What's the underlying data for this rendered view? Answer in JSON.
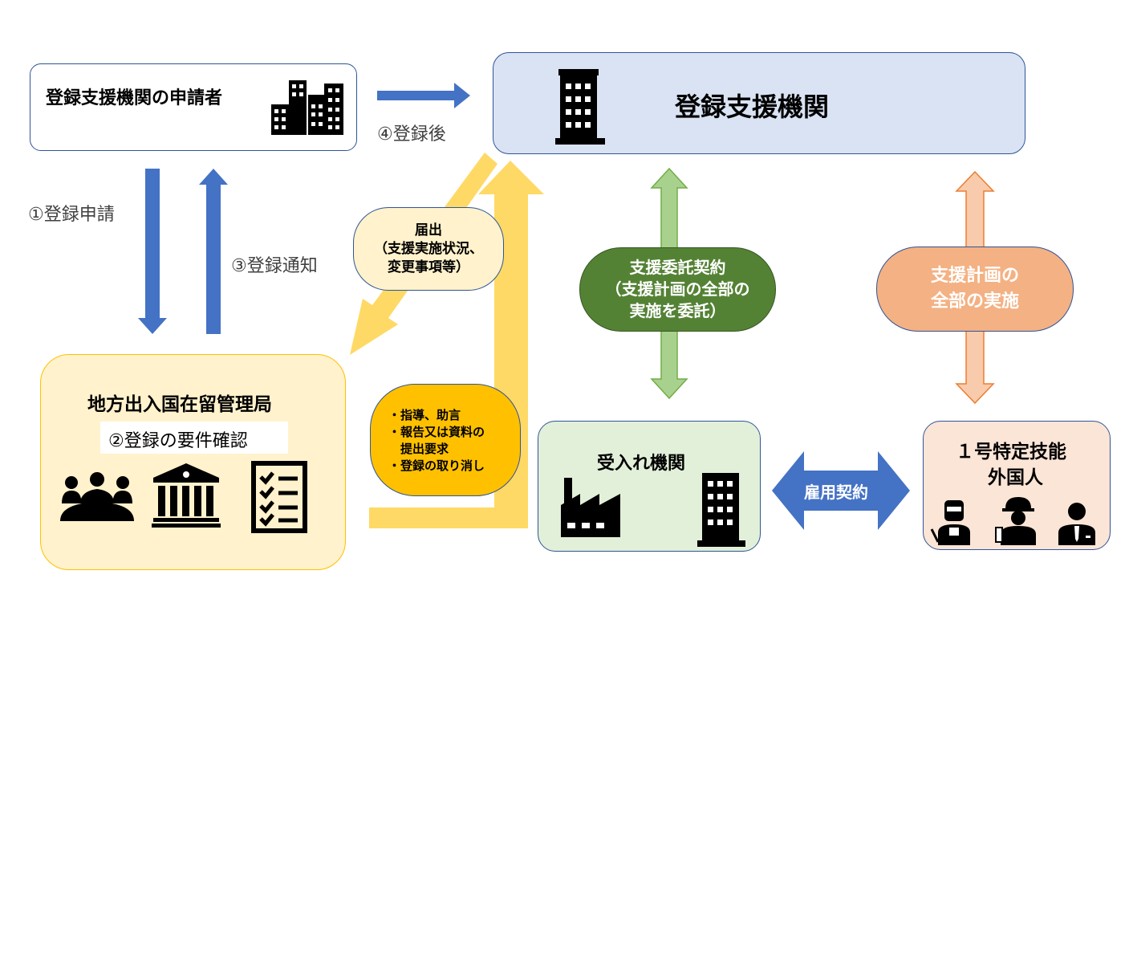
{
  "applicant": {
    "title": "登録支援機関の申請者"
  },
  "support_org": {
    "title": "登録支援機関"
  },
  "bureau": {
    "title": "地方出入国在留管理局",
    "step2": "②登録の要件確認"
  },
  "receiving_org": {
    "title": "受入れ機関"
  },
  "worker": {
    "title_line1": "１号特定技能",
    "title_line2": "外国人"
  },
  "steps": {
    "step1": "①登録申請",
    "step3": "③登録通知",
    "step4": "④登録後"
  },
  "notification": {
    "line1": "届出",
    "line2": "（支援実施状況、",
    "line3": "変更事項等）"
  },
  "guidance": {
    "items": [
      "・指導、助言",
      "・報告又は資料の",
      "　提出要求",
      "・登録の取り消し"
    ]
  },
  "consignment": {
    "line1": "支援委託契約",
    "line2": "（支援計画の全部の",
    "line3": "実施を委託）"
  },
  "implementation": {
    "line1": "支援計画の",
    "line2": "全部の実施"
  },
  "employment": {
    "label": "雇用契約"
  },
  "icons": {
    "applicant": "office-buildings-icon",
    "support_org": "office-building-icon",
    "bureau": [
      "meeting-people-icon",
      "government-building-icon",
      "checklist-icon"
    ],
    "receiving_org": [
      "factory-icon",
      "office-building-icon"
    ],
    "worker": [
      "welder-icon",
      "electrician-icon",
      "businessman-icon"
    ]
  },
  "colors": {
    "blue_arrow": "#4472C4",
    "yellow_arrow": "#FFD966",
    "green_arrow": "#A9D18E",
    "orange_arrow": "#F4B183",
    "support_fill": "#DAE3F3",
    "bureau_fill": "#FFF2CC",
    "receiving_fill": "#E2F0D9",
    "worker_fill": "#FBE5D6",
    "dark_green": "#548235",
    "gold": "#FFC000",
    "salmon": "#F4B183"
  }
}
